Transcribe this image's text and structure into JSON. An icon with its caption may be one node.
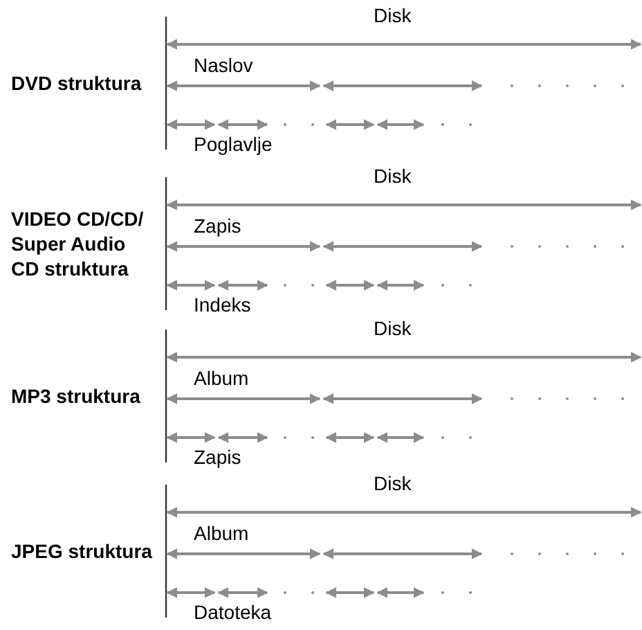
{
  "diagram": {
    "labels": [
      "DVD struktura",
      "Disk",
      "Naslov",
      "Poglavlje",
      "VIDEO CD/CD/ Super Audio CD struktura",
      "Disk",
      "Zapis",
      "Indeks",
      "MP3 struktura",
      "Disk",
      "Album",
      "Zapis",
      "JPEG struktura",
      "Disk",
      "Album",
      "Datoteka"
    ]
  }
}
